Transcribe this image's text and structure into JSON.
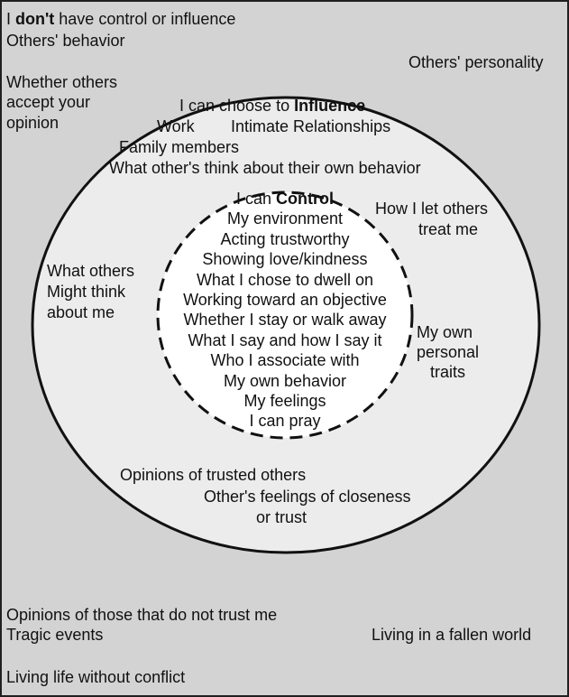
{
  "outer": {
    "title_prefix": "I ",
    "title_bold": "don't",
    "title_suffix": " have control or influence",
    "items": [
      "Others' behavior",
      "Others' personality",
      "Whether others",
      "accept your",
      "opinion",
      "Opinions of those that do not trust me",
      "Tragic events",
      "Living in a fallen world",
      "Living life without conflict"
    ]
  },
  "influence": {
    "title_prefix": "I can choose to ",
    "title_bold": "Influence",
    "items": [
      "Work",
      "Intimate Relationships",
      "Family members",
      "What other's think about their own behavior",
      "How I let others",
      "treat me",
      "What others",
      "Might think",
      "about me",
      "My own",
      "personal",
      "traits",
      "Opinions of trusted others",
      "Other's feelings of closeness",
      "or trust"
    ]
  },
  "control": {
    "title_prefix": "I can ",
    "title_bold": "Control",
    "items": [
      "My environment",
      "Acting trustworthy",
      "Showing love/kindness",
      "What I chose to dwell on",
      "Working toward an objective",
      "Whether I stay or walk away",
      "What I say and how I say it",
      "Who I associate with",
      "My own behavior",
      "My feelings",
      "I can pray"
    ]
  },
  "colors": {
    "background": "#d3d3d3",
    "influence_fill": "#ececec",
    "control_fill": "#ffffff",
    "stroke": "#111111"
  }
}
